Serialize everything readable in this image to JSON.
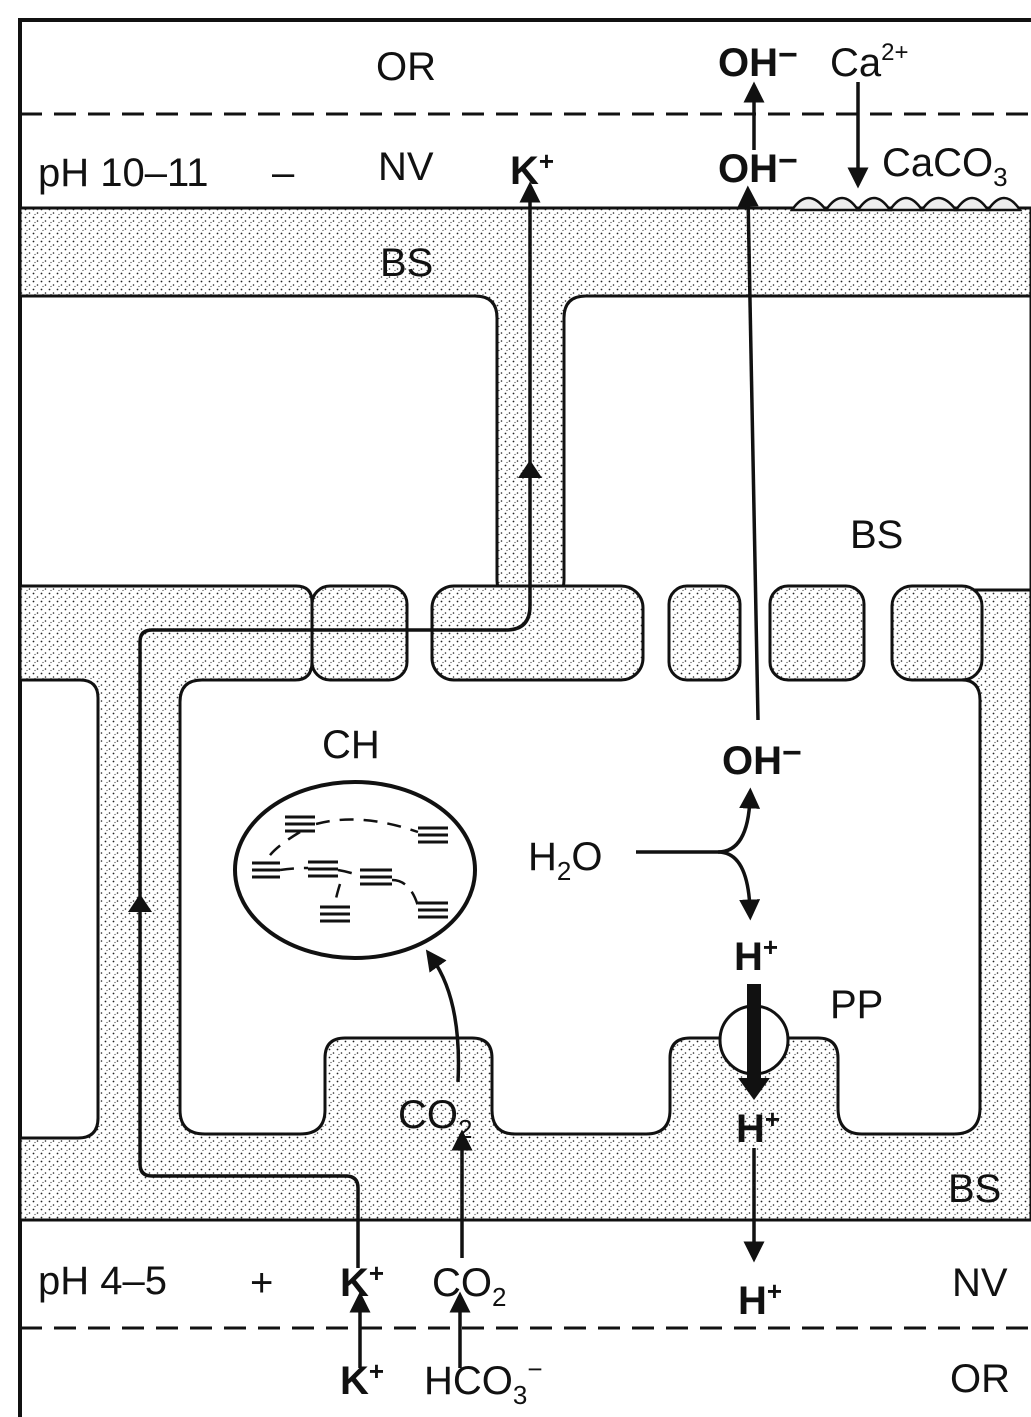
{
  "zones": {
    "top_outer": "OR",
    "top_layer": "NV",
    "top_ph": "pH 10–11",
    "top_charge": "–",
    "bottom_outer": "OR",
    "bottom_layer": "NV",
    "bottom_ph": "pH 4–5",
    "bottom_charge": "+"
  },
  "regions": {
    "bs_top": "BS",
    "bs_right": "BS",
    "bs_bottom": "BS",
    "chloroplast": "CH",
    "pump": "PP"
  },
  "species": {
    "oh_outer": "OH",
    "oh_layer": "OH",
    "oh_cell": "OH",
    "oh_charge": "−",
    "ca": "Ca",
    "ca_charge": "2+",
    "caco3": "CaCO",
    "caco3_sub": "3",
    "k_top": "K",
    "k_bottom_layer": "K",
    "k_bottom_outer": "K",
    "k_charge": "+",
    "h2o": "H",
    "h2o_sub": "2",
    "h2o_tail": "O",
    "h_cell": "H",
    "h_out_membrane": "H",
    "h_layer": "H",
    "h_charge": "+",
    "co2_cell": "CO",
    "co2_layer": "CO",
    "co2_sub": "2",
    "hco3": "HCO",
    "hco3_sub": "3",
    "hco3_charge": "−"
  }
}
